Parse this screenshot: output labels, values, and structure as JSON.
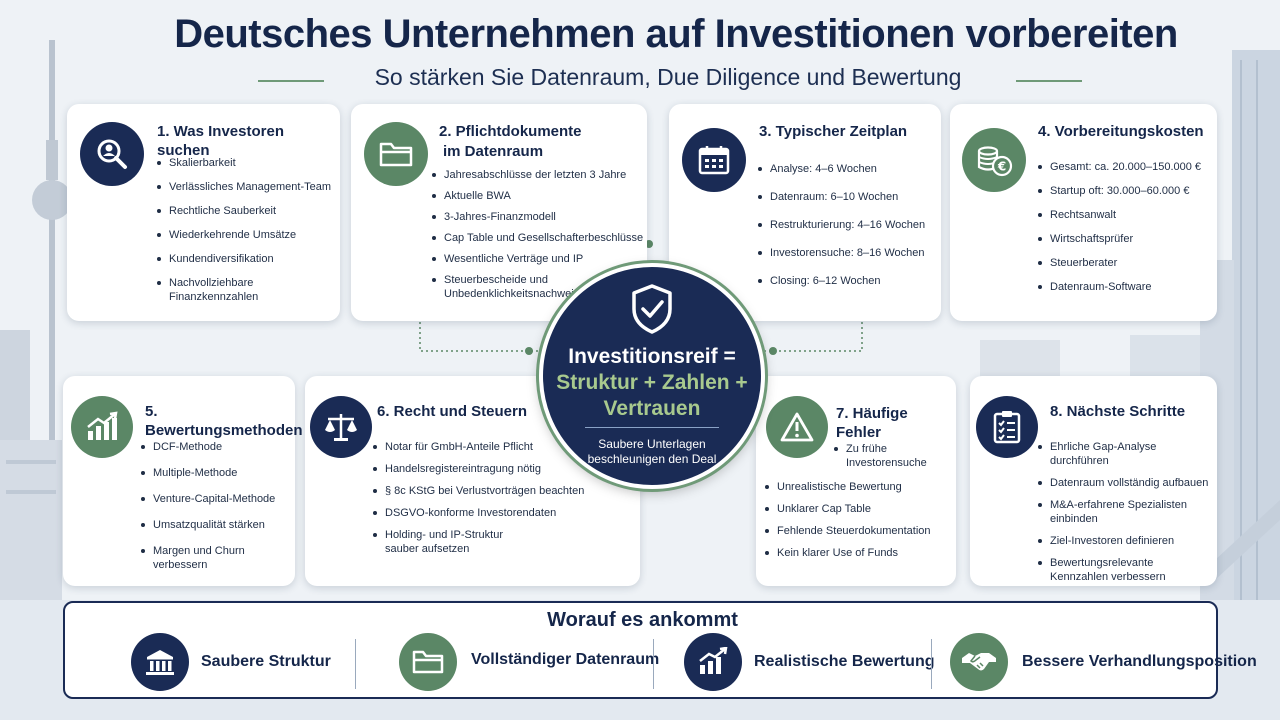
{
  "header": {
    "title": "Deutsches Unternehmen auf Investitionen vorbereiten",
    "subtitle": "So stärken Sie Datenraum, Due Diligence und Bewertung"
  },
  "cards": [
    {
      "title": "1. Was Investoren suchen",
      "icon": "magnifier-person-icon",
      "items": [
        "Skalierbarkeit",
        "Verlässliches Management-Team",
        "Rechtliche Sauberkeit",
        "Wiederkehrende Umsätze",
        "Kundendiversifikation",
        "Nachvollziehbare Finanzkennzahlen"
      ]
    },
    {
      "title": "2. Pflichtdokumente",
      "title2": "im Datenraum",
      "icon": "folder-icon",
      "items": [
        "Jahresabschlüsse der letzten 3 Jahre",
        "Aktuelle BWA",
        "3-Jahres-Finanzmodell",
        "Cap Table und Gesellschafterbeschlüsse",
        "Wesentliche Verträge und IP",
        "Steuerbescheide und",
        "Unbedenklichkeitsnachweise"
      ]
    },
    {
      "title": "3. Typischer Zeitplan",
      "icon": "calendar-icon",
      "items": [
        "Analyse: 4–6 Wochen",
        "Datenraum: 6–10 Wochen",
        "Restrukturierung: 4–16 Wochen",
        "Investorensuche: 8–16 Wochen",
        "Closing: 6–12 Wochen"
      ]
    },
    {
      "title": "4. Vorbereitungskosten",
      "icon": "coins-euro-icon",
      "items": [
        "Gesamt: ca. 20.000–150.000 €",
        "Startup oft: 30.000–60.000 €",
        "Rechtsanwalt",
        "Wirtschaftsprüfer",
        "Steuerberater",
        "Datenraum-Software"
      ]
    },
    {
      "title": "5. Bewertungsmethoden",
      "icon": "growth-chart-icon",
      "items": [
        "DCF-Methode",
        "Multiple-Methode",
        "Venture-Capital-Methode",
        "Umsatzqualität stärken",
        "Margen und Churn verbessern"
      ]
    },
    {
      "title": "6. Recht und Steuern",
      "icon": "scales-icon",
      "items": [
        "Notar für GmbH-Anteile Pflicht",
        "Handelsregistereintragung nötig",
        "§ 8c KStG bei Verlustvorträgen beachten",
        "DSGVO-konforme Investorendaten",
        "Holding- und IP-Struktur",
        "sauber aufsetzen"
      ]
    },
    {
      "title": "7. Häufige Fehler",
      "icon": "warning-icon",
      "items": [
        "Zu frühe",
        "Investorensuche",
        "Unrealistische Bewertung",
        "Unklarer Cap Table",
        "Fehlende Steuerdokumentation",
        "Kein klarer Use of Funds"
      ]
    },
    {
      "title": "8. Nächste Schritte",
      "icon": "checklist-icon",
      "items": [
        "Ehrliche Gap-Analyse durchführen",
        "Datenraum vollständig aufbauen",
        "M&A-erfahrene Spezialisten einbinden",
        "Ziel-Investoren definieren",
        "Bewertungsrelevante",
        "Kennzahlen verbessern"
      ]
    }
  ],
  "center": {
    "line1": "Investitionsreif =",
    "line2": "Struktur + Zahlen +",
    "line3": "Vertrauen",
    "tagline1": "Saubere Unterlagen",
    "tagline2": "beschleunigen den Deal",
    "icon": "shield-check-icon"
  },
  "bottom": {
    "title": "Worauf es ankommt",
    "items": [
      {
        "label": "Saubere Struktur",
        "icon": "bank-building-icon"
      },
      {
        "label": "Vollständiger Datenraum",
        "icon": "folder-icon"
      },
      {
        "label": "Realistische Bewertung",
        "icon": "growth-chart-icon"
      },
      {
        "label": "Bessere Verhandlungsposition",
        "icon": "handshake-icon"
      }
    ]
  },
  "colors": {
    "navy": "#1a2b55",
    "green": "#5b8766",
    "accent_green": "#a8c98e",
    "text": "#15264a"
  }
}
